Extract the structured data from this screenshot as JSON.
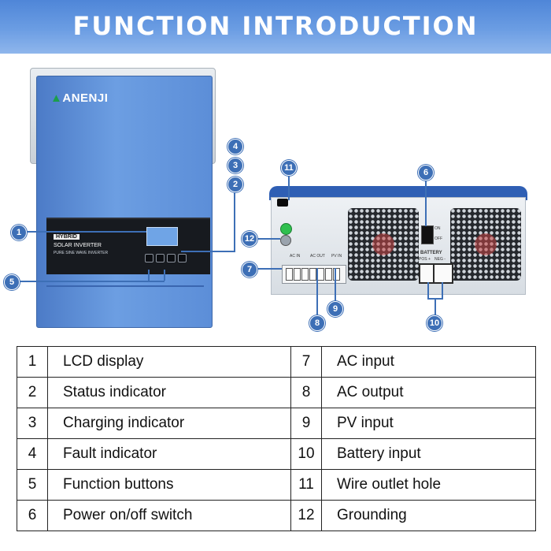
{
  "header": {
    "title": "FUNCTION INTRODUCTION"
  },
  "front_unit": {
    "brand": "ANENJI",
    "panel_tag": "HYBRID",
    "panel_title": "SOLAR INVERTER",
    "panel_subtitle": "PURE SINE WAVE INVERTER"
  },
  "rear_unit": {
    "ac_in_label": "AC IN",
    "ac_out_label": "AC OUT",
    "pv_in_label": "PV IN",
    "battery_label": "BATTERY",
    "battery_pos_label": "POS +",
    "battery_neg_label": "NEG -",
    "switch_on": "ON",
    "switch_off": "OFF"
  },
  "callouts": [
    "1",
    "2",
    "3",
    "4",
    "5",
    "6",
    "7",
    "8",
    "9",
    "10",
    "11",
    "12"
  ],
  "legend": {
    "rows": [
      {
        "left_num": "1",
        "left_label": "LCD display",
        "right_num": "7",
        "right_label": "AC input"
      },
      {
        "left_num": "2",
        "left_label": "Status indicator",
        "right_num": "8",
        "right_label": "AC output"
      },
      {
        "left_num": "3",
        "left_label": "Charging indicator",
        "right_num": "9",
        "right_label": "PV input"
      },
      {
        "left_num": "4",
        "left_label": "Fault indicator",
        "right_num": "10",
        "right_label": "Battery input"
      },
      {
        "left_num": "5",
        "left_label": "Function buttons",
        "right_num": "11",
        "right_label": "Wire outlet hole"
      },
      {
        "left_num": "6",
        "left_label": "Power on/off switch",
        "right_num": "12",
        "right_label": "Grounding"
      }
    ]
  },
  "colors": {
    "banner_blue": "#5a8fdc",
    "callout_blue": "#3d6fb6",
    "chassis_blue": "#5c8ed8",
    "ground_led_green": "#2fbf4e"
  }
}
